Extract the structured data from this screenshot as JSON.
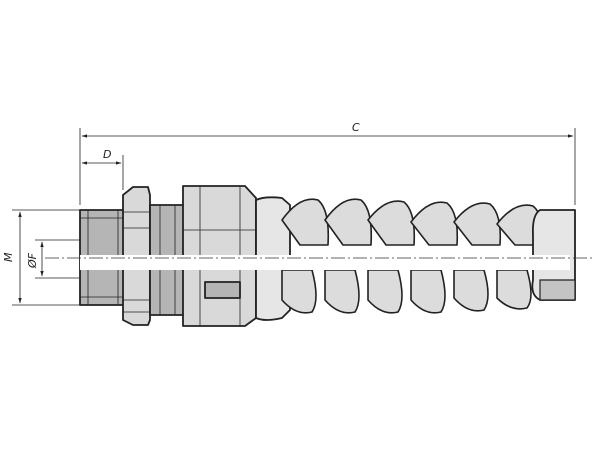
{
  "dimensions": {
    "c_label": "C",
    "d_label": "D",
    "m_label": "M",
    "f_label": "ØF"
  },
  "colors": {
    "body_fill": "#d9d9d9",
    "shade_fill": "#b5b5b5",
    "line": "#222222",
    "background": "#ffffff"
  }
}
